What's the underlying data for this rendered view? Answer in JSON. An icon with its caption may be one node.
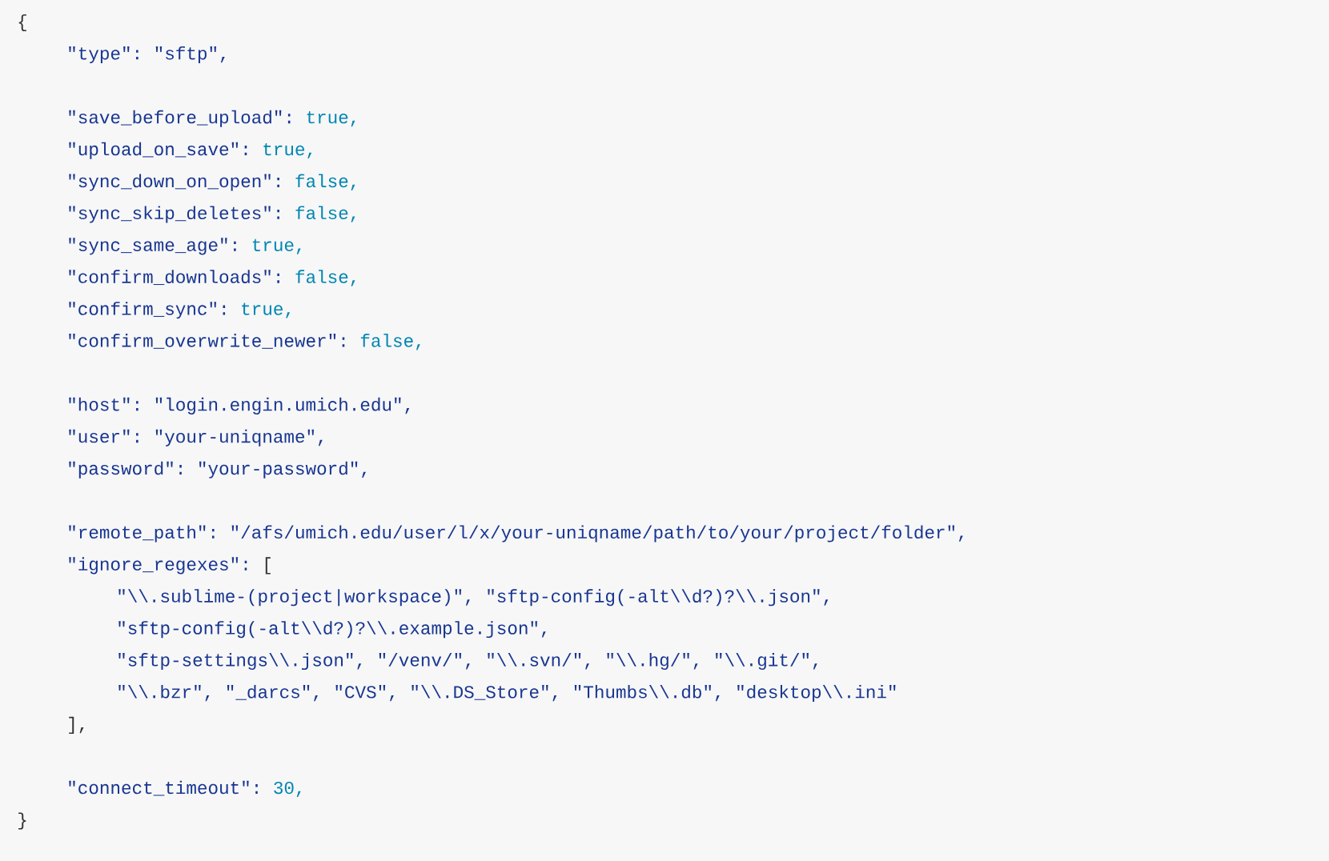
{
  "diagram": {
    "labels": [
      "{",
      "\"type\":",
      "\"sftp\",",
      "\"save_before_upload\":",
      "true,",
      "\"upload_on_save\":",
      "true,",
      "\"sync_down_on_open\":",
      "false,",
      "\"sync_skip_deletes\":",
      "false,",
      "\"sync_same_age\":",
      "true,",
      "\"confirm_downloads\":",
      "false,",
      "\"confirm_sync\":",
      "true,",
      "\"confirm_overwrite_newer\":",
      "false,",
      "\"host\":",
      "\"login.engin.umich.edu\",",
      "\"user\":",
      "\"your-uniqname\",",
      "\"password\":",
      "\"your-password\",",
      "\"remote_path\":",
      "\"/afs/umich.edu/user/l/x/your-uniqname/path/to/your/project/folder\",",
      "\"ignore_regexes\":",
      "[",
      "\"\\\\.sublime-(project|workspace)\", \"sftp-config(-alt\\\\d?)?\\\\.json\",",
      "\"sftp-config(-alt\\\\d?)?\\\\.example.json\",",
      "\"sftp-settings\\\\.json\", \"/venv/\", \"\\\\.svn/\", \"\\\\.hg/\", \"\\\\.git/\",",
      "\"\\\\.bzr\", \"_darcs\", \"CVS\", \"\\\\.DS_Store\", \"Thumbs\\\\.db\", \"desktop\\\\.ini\"",
      "],",
      "\"connect_timeout\":",
      "30,",
      "}"
    ]
  }
}
